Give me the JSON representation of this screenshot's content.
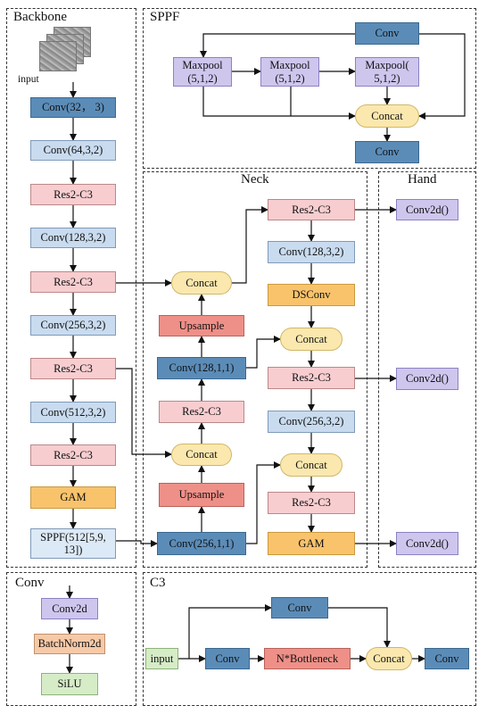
{
  "backbone": {
    "title": "Backbone",
    "input_label": "input",
    "blocks": [
      "Conv(32， 3)",
      "Conv(64,3,2)",
      "Res2-C3",
      "Conv(128,3,2)",
      "Res2-C3",
      "Conv(256,3,2)",
      "Res2-C3",
      "Conv(512,3,2)",
      "Res2-C3",
      "GAM",
      "SPPF(512[5,9,\n13])"
    ]
  },
  "sppf": {
    "title": "SPPF",
    "conv_top": "Conv",
    "maxpool_1": "Maxpool\n(5,1,2)",
    "maxpool_2": "Maxpool\n(5,1,2)",
    "maxpool_3": "Maxpool(\n5,1,2)",
    "concat": "Concat",
    "conv_bottom": "Conv"
  },
  "neck": {
    "title": "Neck",
    "left": {
      "concat_top": "Concat",
      "upsample_1": "Upsample",
      "conv_128": "Conv(128,1,1)",
      "res2c3": "Res2-C3",
      "concat_bottom": "Concat",
      "upsample_2": "Upsample",
      "conv_256": "Conv(256,1,1)"
    },
    "right": {
      "res2c3_1": "Res2-C3",
      "conv_128_3_2": "Conv(128,3,2)",
      "dsconv": "DSConv",
      "concat_1": "Concat",
      "res2c3_2": "Res2-C3",
      "conv_256_3_2": "Conv(256,3,2)",
      "concat_2": "Concat",
      "res2c3_3": "Res2-C3",
      "gam": "GAM"
    }
  },
  "hand": {
    "title": "Hand",
    "heads": [
      "Conv2d()",
      "Conv2d()",
      "Conv2d()"
    ]
  },
  "conv_legend": {
    "title": "Conv",
    "blocks": [
      "Conv2d",
      "BatchNorm2d",
      "SiLU"
    ]
  },
  "c3_legend": {
    "title": "C3",
    "input": "input",
    "conv_top": "Conv",
    "conv_left": "Conv",
    "bottleneck": "N*Bottleneck",
    "concat": "Concat",
    "conv_out": "Conv"
  },
  "colors": {
    "pink": "#f7cdd0",
    "light_blue": "#c9dbef",
    "dark_blue": "#5b8cb8",
    "orange": "#f9c36c",
    "purple": "#cfc6ee",
    "salmon": "#ef9088",
    "concat_yellow": "#fbe8ae",
    "peach": "#f6c9a7",
    "green": "#d6ecc7"
  }
}
